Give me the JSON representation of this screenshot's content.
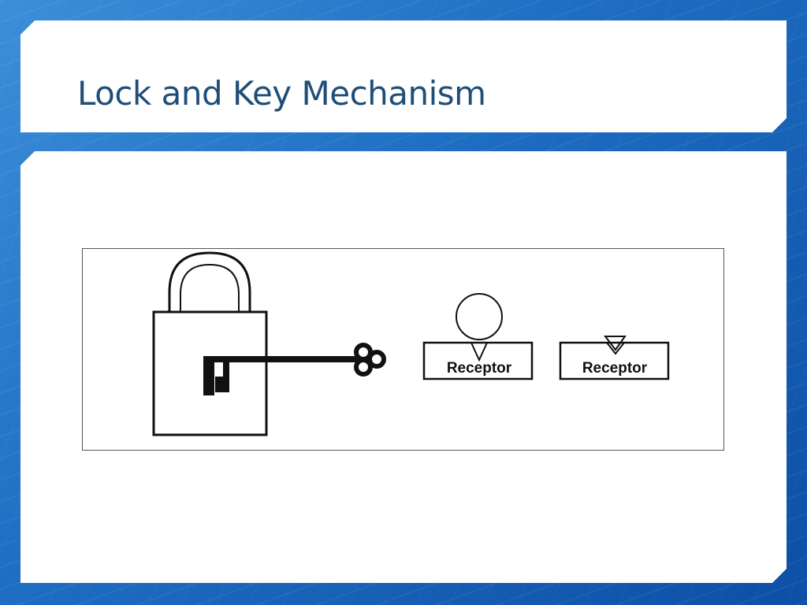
{
  "slide": {
    "title": "Lock and Key Mechanism"
  },
  "diagram": {
    "receptor_left_label": "Receptor",
    "receptor_right_label": "Receptor"
  },
  "colors": {
    "title": "#1f4e79",
    "background": "#1f6fc4",
    "panel": "#ffffff",
    "stroke": "#111111"
  }
}
